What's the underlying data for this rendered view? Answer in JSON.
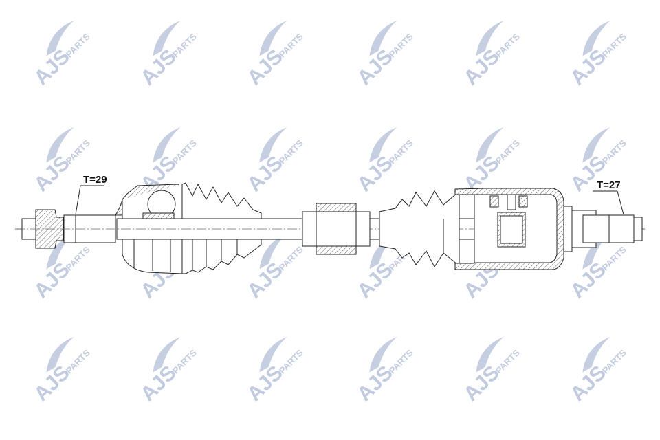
{
  "diagram": {
    "title": "Drive shaft technical drawing",
    "labels": {
      "outer_spline": "T=29",
      "inner_spline": "T=27"
    }
  },
  "watermark": {
    "brand": "AJS",
    "suffix": "PARTS",
    "color": "#bcc6dc"
  }
}
